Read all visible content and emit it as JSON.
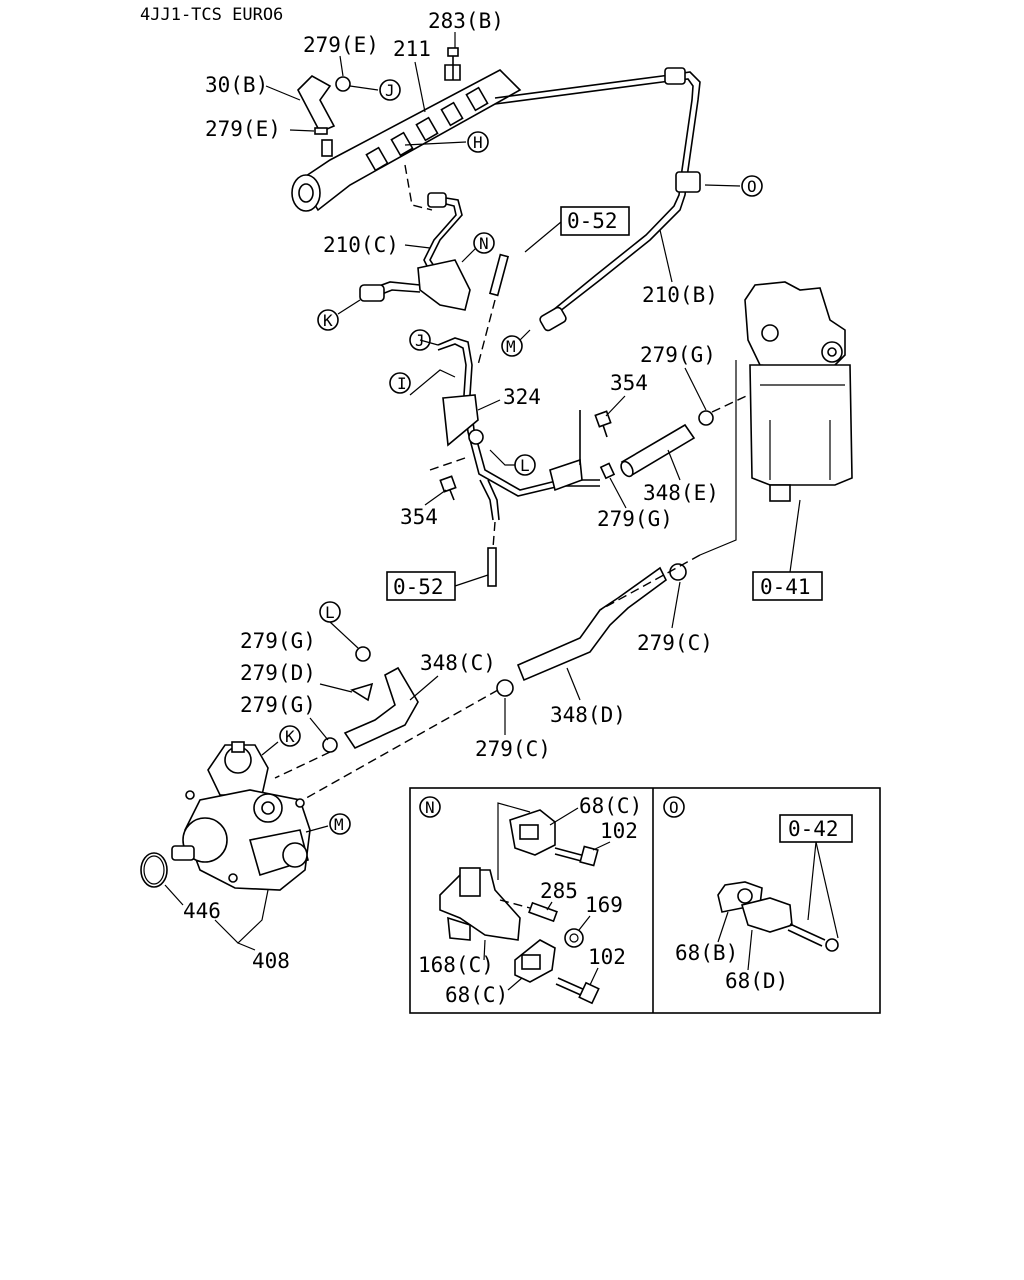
{
  "title": "4JJ1-TCS EURO6",
  "labels": {
    "l283B": "283(B)",
    "l279E_top": "279(E)",
    "l211": "211",
    "l30B": "30(B)",
    "l279E_left": "279(E)",
    "l210C": "210(C)",
    "l210B": "210(B)",
    "l279G_a": "279(G)",
    "l354_a": "354",
    "l324": "324",
    "l348E": "348(E)",
    "l279G_b": "279(G)",
    "l354_b": "354",
    "l279G_c": "279(G)",
    "l279D": "279(D)",
    "l279G_d": "279(G)",
    "l348C": "348(C)",
    "l348D": "348(D)",
    "l279C_a": "279(C)",
    "l279C_b": "279(C)",
    "l446": "446",
    "l408": "408",
    "n68C_a": "68(C)",
    "n102_a": "102",
    "n285": "285",
    "n169": "169",
    "n168C": "168(C)",
    "n68C_b": "68(C)",
    "n102_b": "102",
    "o68B": "68(B)",
    "o68D": "68(D)"
  },
  "refs": {
    "r052_a": "0-52",
    "r052_b": "0-52",
    "r041": "0-41",
    "r042": "0-42"
  },
  "callouts": {
    "J1": "J",
    "H": "H",
    "O1": "O",
    "N1": "N",
    "K1": "K",
    "M1": "M",
    "J2": "J",
    "I": "I",
    "L1": "L",
    "L2": "L",
    "K2": "K",
    "M2": "M",
    "N2": "N",
    "O2": "O"
  }
}
